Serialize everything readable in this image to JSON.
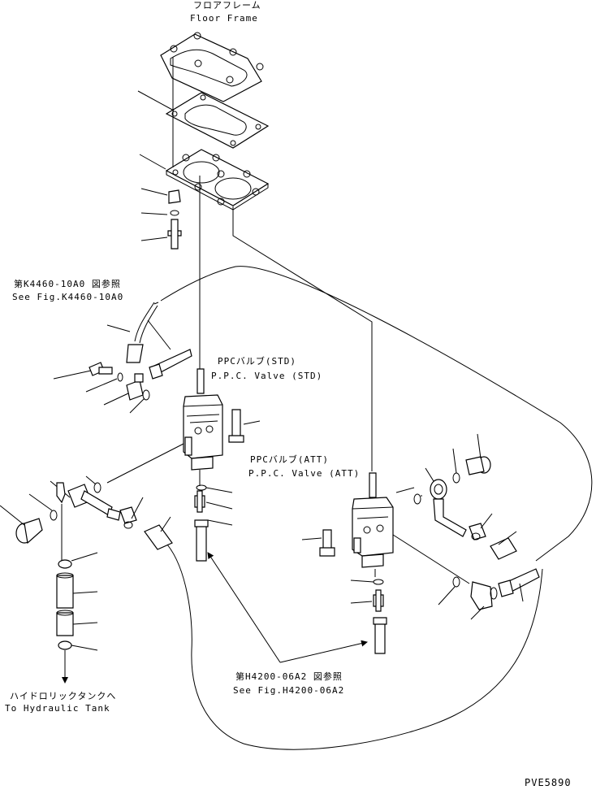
{
  "labels": {
    "floor_frame_jp": "フロアフレーム",
    "floor_frame_en": "Floor Frame",
    "see_k4460_jp": "第K4460-10A0 図参照",
    "see_k4460_en": "See Fig.K4460-10A0",
    "ppc_std_jp": "PPCバルブ(STD)",
    "ppc_std_en": "P.P.C. Valve (STD)",
    "ppc_att_jp": "PPCバルブ(ATT)",
    "ppc_att_en": "P.P.C. Valve (ATT)",
    "see_h4200_jp": "第H4200-06A2 図参照",
    "see_h4200_en": "See Fig.H4200-06A2",
    "tank_jp": "ハイドロリックタンクへ",
    "tank_en": "To Hydraulic Tank",
    "drawing_code": "PVE5890"
  }
}
